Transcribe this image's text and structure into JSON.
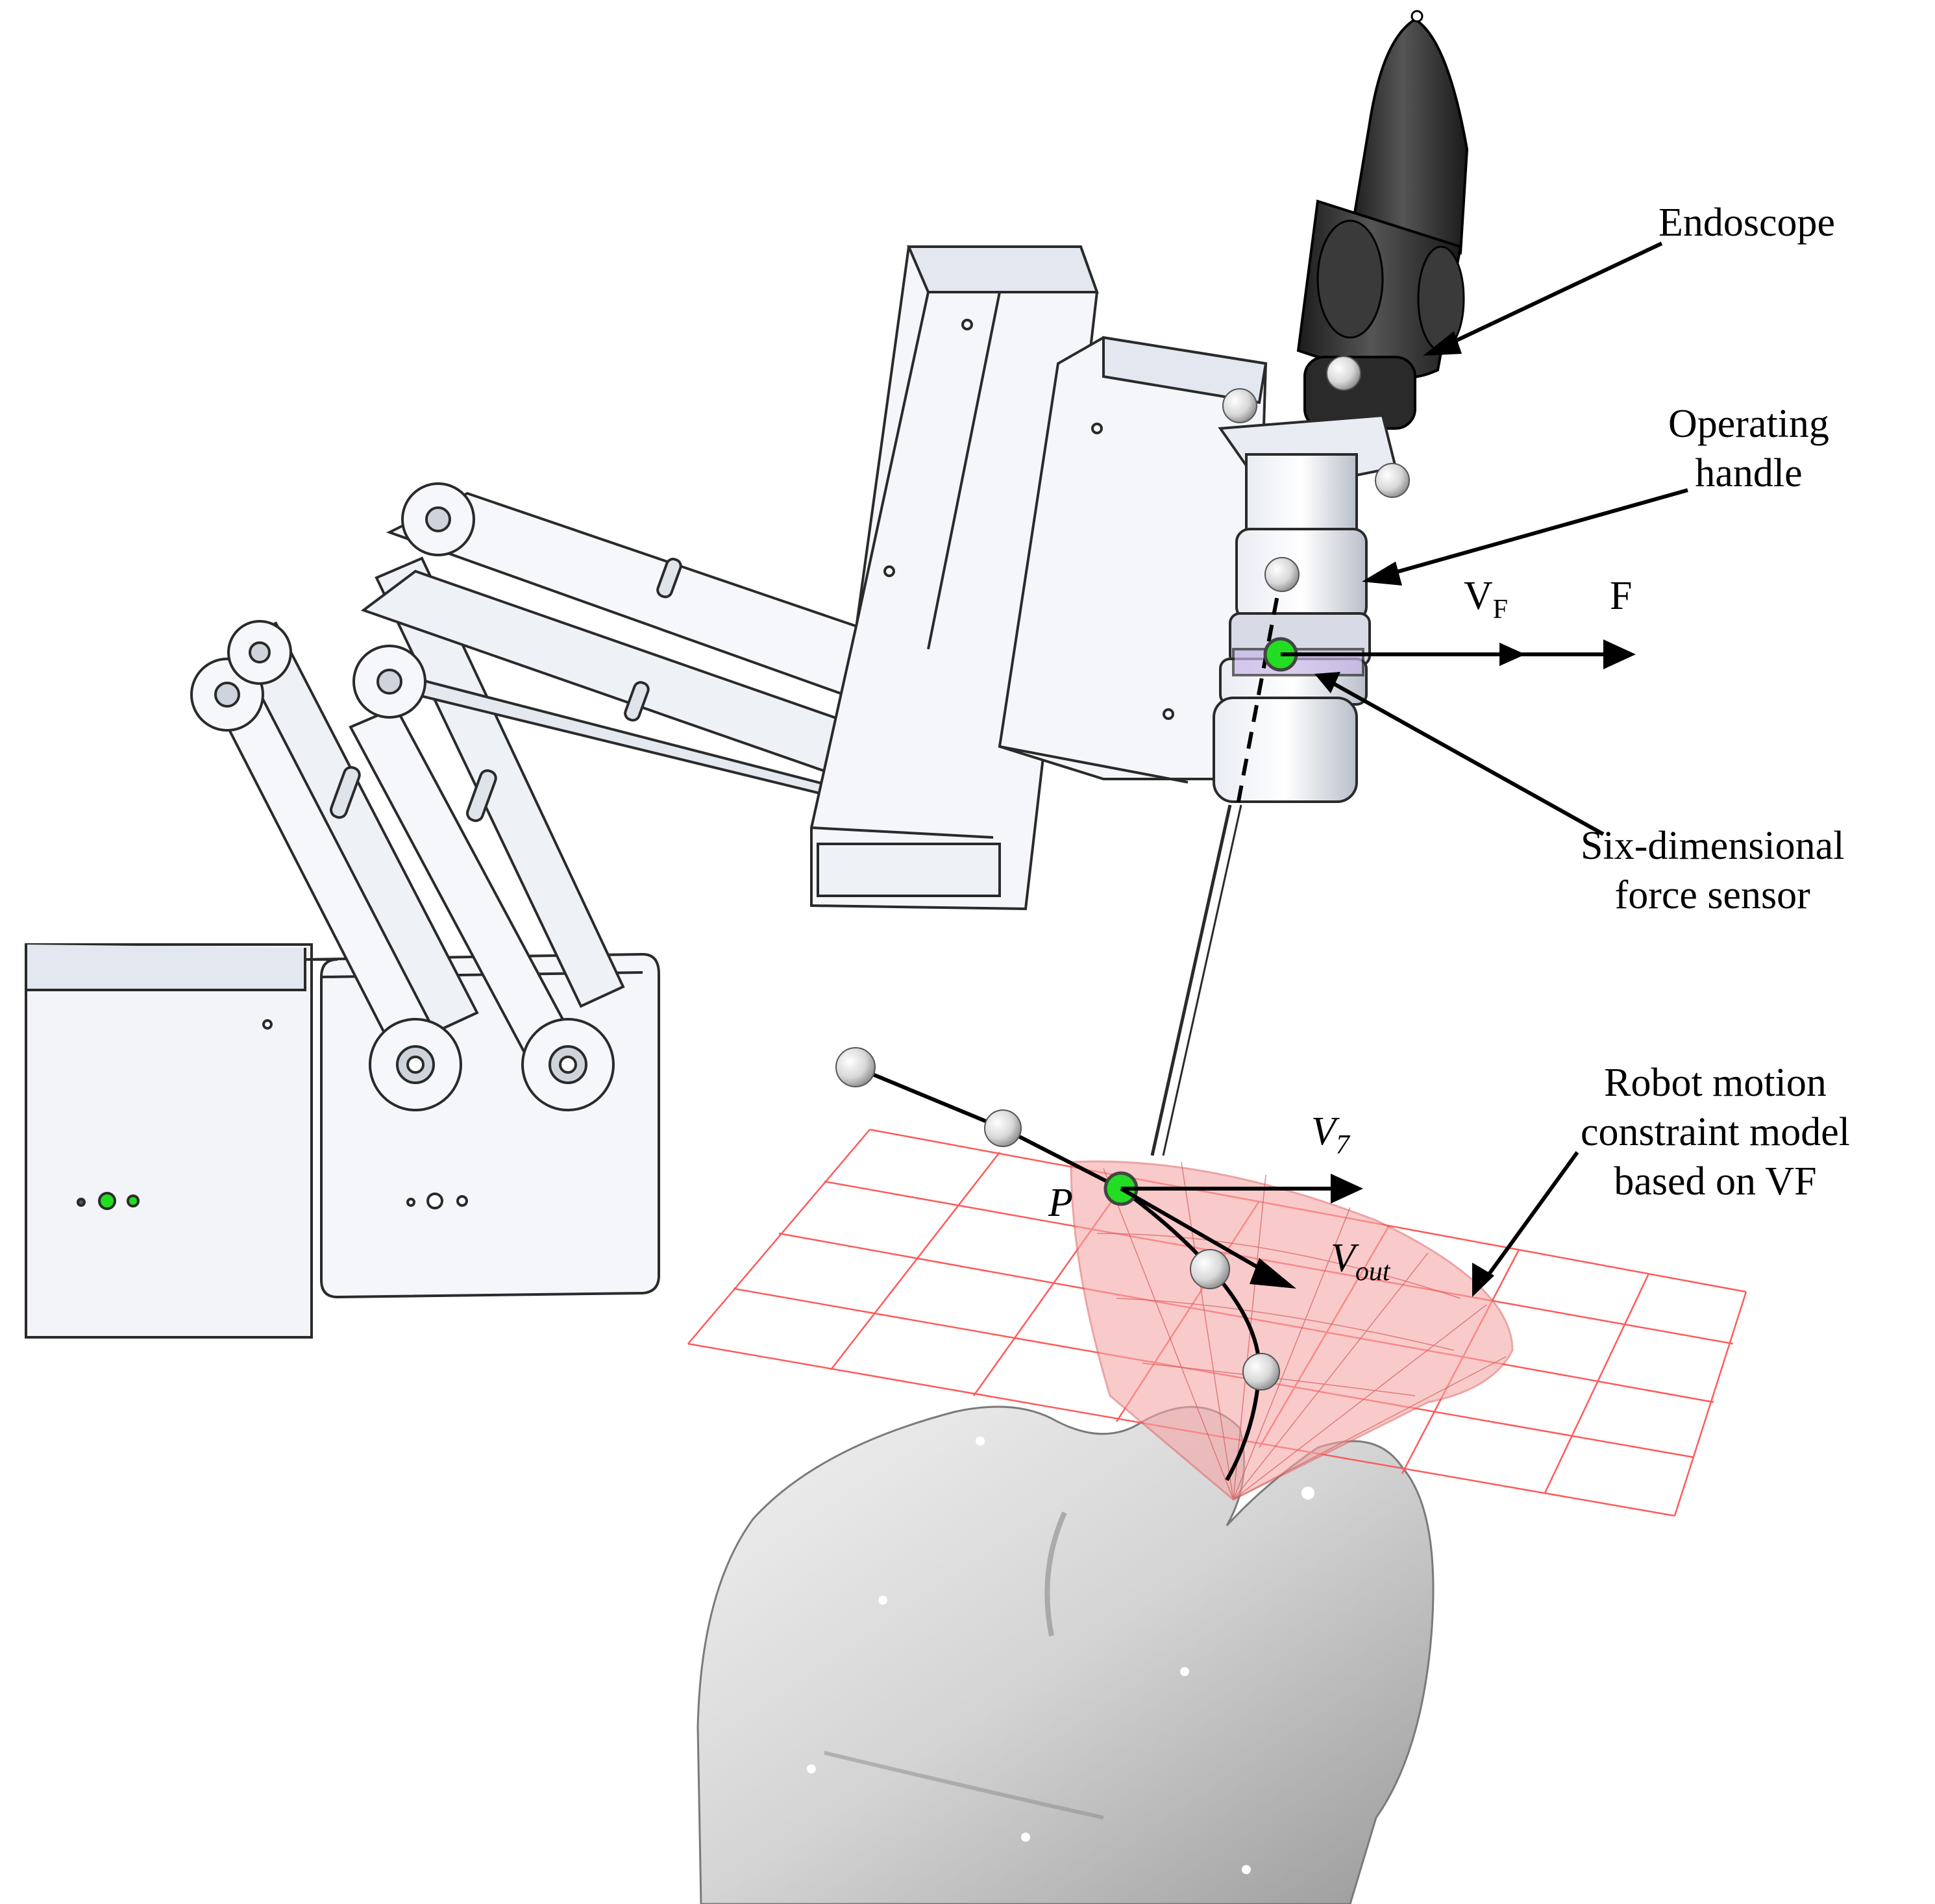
{
  "labels": {
    "endoscope": "Endoscope",
    "operating_handle_line1": "Operating",
    "operating_handle_line2": "handle",
    "force_sensor_line1": "Six-dimensional",
    "force_sensor_line2": "force sensor",
    "constraint_line1": "Robot motion",
    "constraint_line2": "constraint model",
    "constraint_line3": "based on VF",
    "vf_main": "V",
    "vf_sub": "F",
    "force": "F",
    "v7_main": "V",
    "v7_sub": "7",
    "point_p": "P",
    "vout_main": "V",
    "vout_sub": "out"
  },
  "colors": {
    "robot_fill": "#f4f6fa",
    "robot_edge": "#2a2a2a",
    "endoscope": "#2b2b2b",
    "marker_green": "#22dd22",
    "grid_red": "#ff5a5a",
    "cone_fill": "#f6a7a7",
    "head_shade": "#d9d9d9"
  }
}
